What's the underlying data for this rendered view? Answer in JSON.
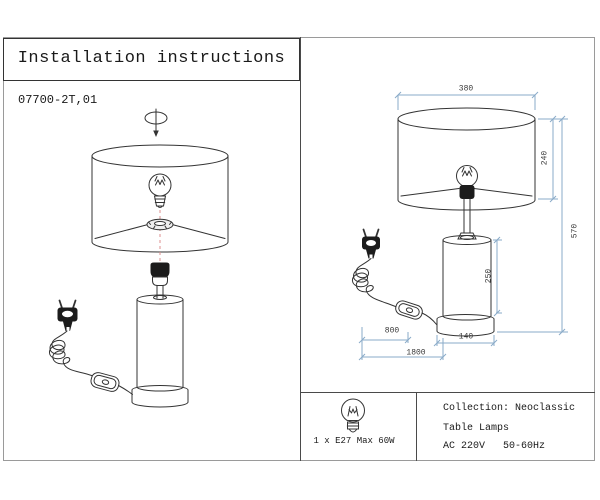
{
  "header": {
    "title": "Installation instructions"
  },
  "left_panel": {
    "model_number": "07700-2T,01"
  },
  "right_panel": {
    "dims": {
      "shade_width": "380",
      "shade_height": "240",
      "total_height": "570",
      "body_height": "250",
      "base_width": "140",
      "plug_to_switch": "800",
      "cord_length": "1800"
    }
  },
  "footer": {
    "bulb_spec": "1 x E27 Max 60W",
    "collection": "Collection: Neoclassic",
    "category": "Table Lamps",
    "power": "AC 220V   50-60Hz"
  },
  "icons": {
    "insert_rotate_icon": "ellipse-arrow-down",
    "bulb_icon": "incandescent-bulb-outline",
    "plug_icon": "two-pin-plug",
    "switch_icon": "inline-cord-switch",
    "shade_icon": "cylinder-lampshade"
  },
  "colors": {
    "dimension_lines": "#8aabc9",
    "alignment_dash": "#dc8f8f",
    "linework": "#333333",
    "frame": "#9a9a9a"
  }
}
